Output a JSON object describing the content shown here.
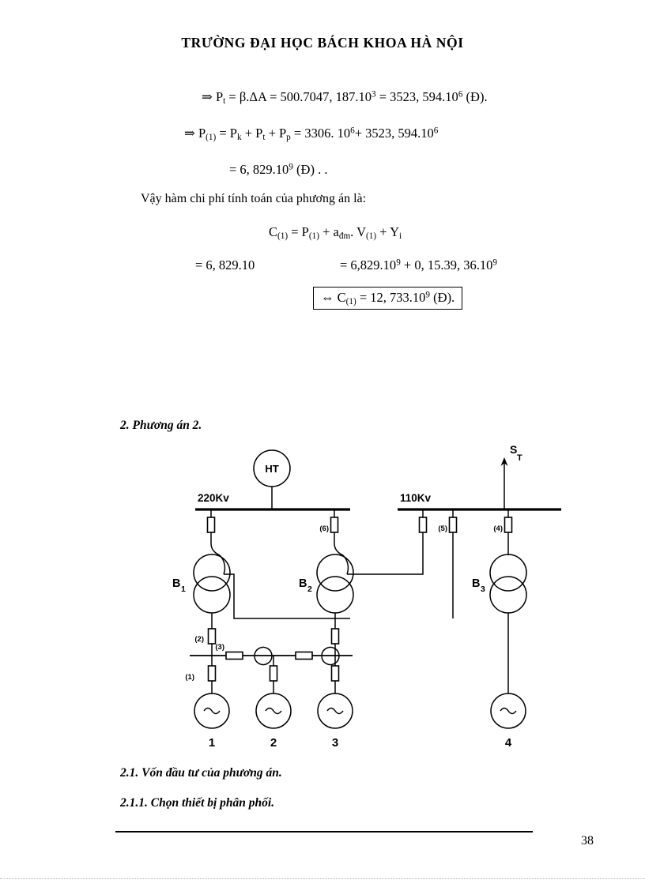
{
  "document": {
    "title": "TRƯỜNG ĐẠI HỌC BÁCH KHOA HÀ NỘI",
    "page_number": "38"
  },
  "equations": {
    "eq1": {
      "prefix": "⇒ P",
      "sub1": "t",
      "mid": " = β.ΔA = 500.7047, 187.10",
      "sup1": "3",
      "mid2": " = 3523, 594.10",
      "sup2": "6",
      "tail": " (Đ)."
    },
    "eq2": {
      "prefix": "⇒ P",
      "sub1": "(1)",
      "t1": " = P",
      "sub2": "k",
      "t2": " + P",
      "sub3": "t",
      "t3": " + P",
      "sub4": "p",
      "t4": " = 3306.  10",
      "sup1": "6",
      "t5": "+ 3523, 594.10",
      "sup2": "6"
    },
    "eq3": {
      "text": "= 6, 829.10",
      "sup": "9",
      "tail": " (Đ) .          ."
    },
    "vay_line": "Vậy hàm chi phí tính toán của phương án là:",
    "eq4": {
      "c": "C",
      "sub1": "(1)",
      "t1": " = P",
      "sub2": "(1)",
      "t2": " + a",
      "sub3": "đm",
      "t3": ". V",
      "sub4": "(1)",
      "t4": "  + Y",
      "sub5": "i"
    },
    "eq5_left": "= 6, 829.10",
    "eq5_right": {
      "t1": "= 6,829.10",
      "sup1": "9",
      "t2": " + 0, 15.39, 36.10",
      "sup2": "9"
    },
    "boxed": {
      "t1": "⇔ C",
      "sub1": "(1)",
      "t2": " = 12, 733.10",
      "sup1": "9",
      "t3": "  (Đ)."
    }
  },
  "headings": {
    "phuong_an_2": "2. Phương án 2.",
    "von_dau_tu": "2.1. Vốn đầu tư của phương án.",
    "chon_thiet_bi": "2.1.1. Chọn thiết bị phân phối."
  },
  "diagram": {
    "title": "single-line-diagram-phuong-an-2",
    "system_source": "HT",
    "load_label_s": "S",
    "load_label_t": "T",
    "bus_220": "220Kv",
    "bus_110": "110Kv",
    "transformers": [
      {
        "id": "B1",
        "letter": "B",
        "index": "1"
      },
      {
        "id": "B2",
        "letter": "B",
        "index": "2"
      },
      {
        "id": "B3",
        "letter": "B",
        "index": "3"
      }
    ],
    "breaker_labels": [
      {
        "id": "bk1",
        "text": "(1)"
      },
      {
        "id": "bk2",
        "text": "(2)"
      },
      {
        "id": "bk3",
        "text": "(3)"
      },
      {
        "id": "bk4",
        "text": "(4)"
      },
      {
        "id": "bk5",
        "text": "(5)"
      },
      {
        "id": "bk6",
        "text": "(6)"
      }
    ],
    "generators": [
      {
        "id": "g1",
        "label": "1",
        "symbol": "~"
      },
      {
        "id": "g2",
        "label": "2",
        "symbol": "~"
      },
      {
        "id": "g3",
        "label": "3",
        "symbol": "~"
      },
      {
        "id": "g4",
        "label": "4",
        "symbol": "~"
      }
    ]
  }
}
